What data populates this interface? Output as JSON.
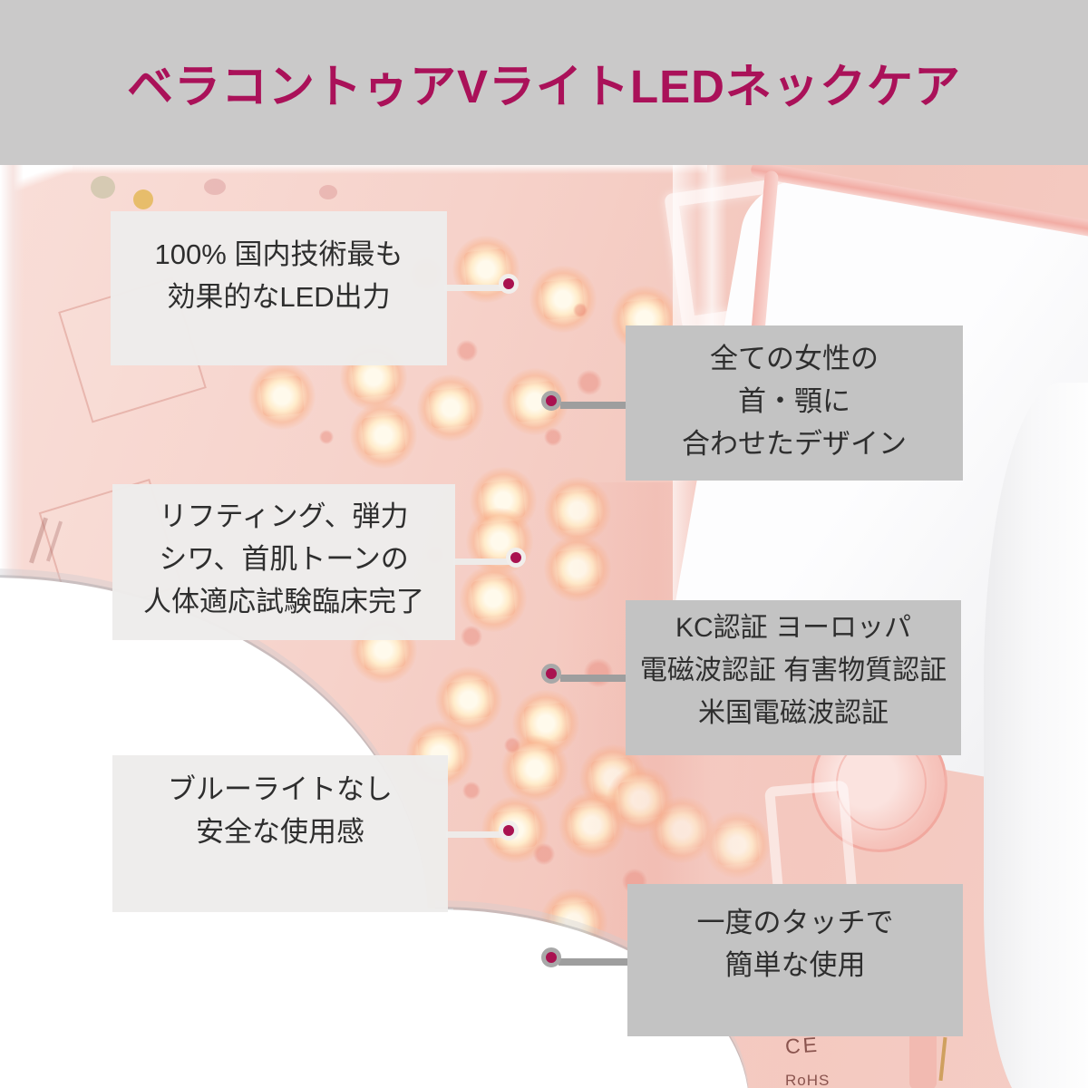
{
  "header": {
    "title": "ベラコントゥアVライトLEDネックケア"
  },
  "callouts": [
    {
      "id": "led-output",
      "side": "left",
      "lines": [
        "100% 国内技術最も",
        "効果的なLED出力"
      ]
    },
    {
      "id": "design",
      "side": "right",
      "lines": [
        "全ての女性の",
        "首・顎に",
        "合わせたデザイン"
      ]
    },
    {
      "id": "clinical",
      "side": "left",
      "lines": [
        "リフティング、弾力",
        "シワ、首肌トーンの",
        "人体適応試験臨床完了"
      ]
    },
    {
      "id": "certification",
      "side": "right",
      "lines": [
        "KC認証 ヨーロッパ",
        "電磁波認証 有害物質認証",
        "米国電磁波認証"
      ]
    },
    {
      "id": "no-blue-light",
      "side": "left",
      "lines": [
        "ブルーライトなし",
        "安全な使用感"
      ]
    },
    {
      "id": "one-touch",
      "side": "right",
      "lines": [
        "一度のタッチで",
        "簡単な使用"
      ]
    }
  ],
  "product": {
    "markings": {
      "ce": "CE",
      "rohs": "RoHS"
    }
  },
  "colors": {
    "accent_magenta": "#aa1159",
    "header_bg": "#cac9c9",
    "label_bg_left": "#edecec",
    "label_bg_right": "#c3c3c3",
    "marker_dot": "#a91250",
    "label_text": "#2e2e2e",
    "device_pink": "#f5cdc5"
  }
}
